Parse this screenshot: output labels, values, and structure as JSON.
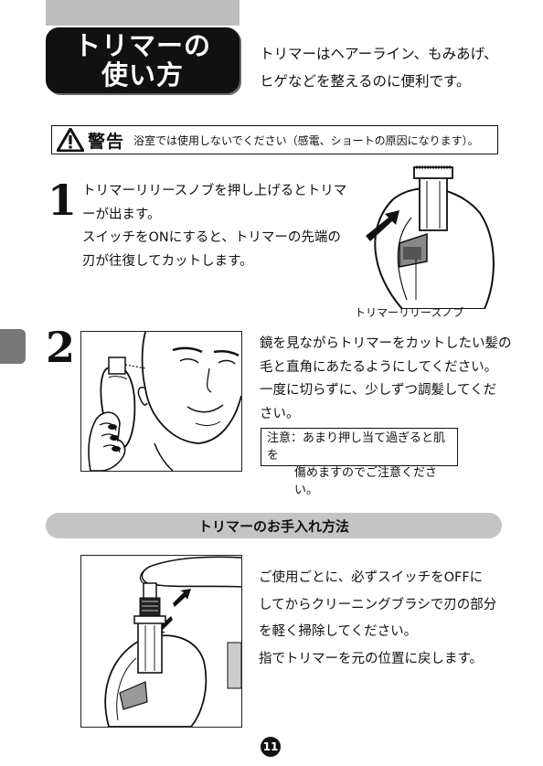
{
  "title": {
    "line1": "トリマーの",
    "line2": "使い方"
  },
  "intro": {
    "line1": "トリマーはヘアーライン、もみあげ、",
    "line2": "ヒゲなどを整えるのに便利です。"
  },
  "warning": {
    "label": "警告",
    "text": "浴室では使用しないでください（感電、ショートの原因になります）。"
  },
  "steps": [
    {
      "number": "1",
      "lines": [
        "トリマーリリースノブを押し上げるとトリマ",
        "ーが出ます。",
        "スイッチをONにすると、トリマーの先端の",
        "刃が往復してカットします。"
      ],
      "caption": "トリマーリリースノブ"
    },
    {
      "number": "2",
      "lines": [
        "鏡を見ながらトリマーをカットしたい髪の",
        "毛と直角にあたるようにしてください。",
        "一度に切らずに、少しずつ調髪してくだ",
        "さい。"
      ],
      "note_line1": "注意：あまり押し当て過ぎると肌を",
      "note_line2": "傷めますのでご注意ください。"
    }
  ],
  "care": {
    "heading": "トリマーのお手入れ方法",
    "lines": [
      "ご使用ごとに、必ずスイッチをOFFに",
      "してからクリーニングブラシで刃の部分",
      "を軽く掃除してください。",
      "指でトリマーを元の位置に戻します。"
    ]
  },
  "page_number": "11"
}
